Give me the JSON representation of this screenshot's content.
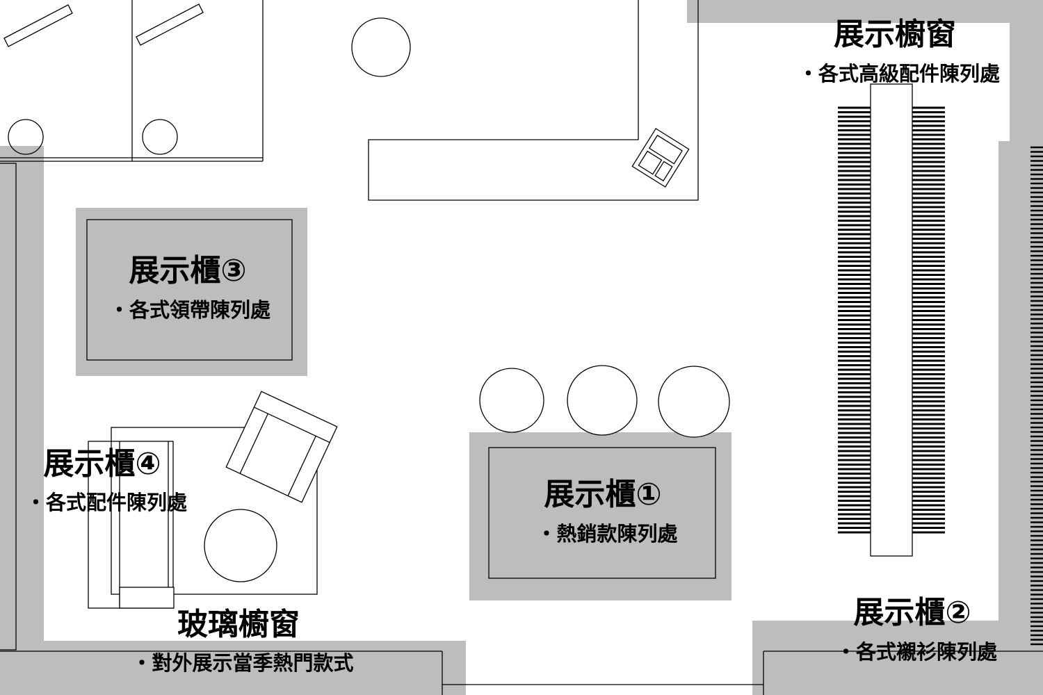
{
  "colors": {
    "wall": "#bdbdbd",
    "counter": "#bdbdbd",
    "line": "#000000",
    "background": "#ffffff"
  },
  "zones": {
    "showcase_1": {
      "title": "展示櫃①",
      "desc": "・熱銷款陳列處"
    },
    "showcase_2": {
      "title": "展示櫃②",
      "desc": "・各式襯衫陳列處"
    },
    "showcase_3": {
      "title": "展示櫃③",
      "desc": "・各式領帶陳列處"
    },
    "showcase_4": {
      "title": "展示櫃④",
      "desc": "・各式配件陳列處"
    },
    "display_window": {
      "title": "展示櫥窗",
      "desc": "・各式高級配件陳列處"
    },
    "glass_window": {
      "title": "玻璃櫥窗",
      "desc": "・對外展示當季熱門款式"
    }
  }
}
